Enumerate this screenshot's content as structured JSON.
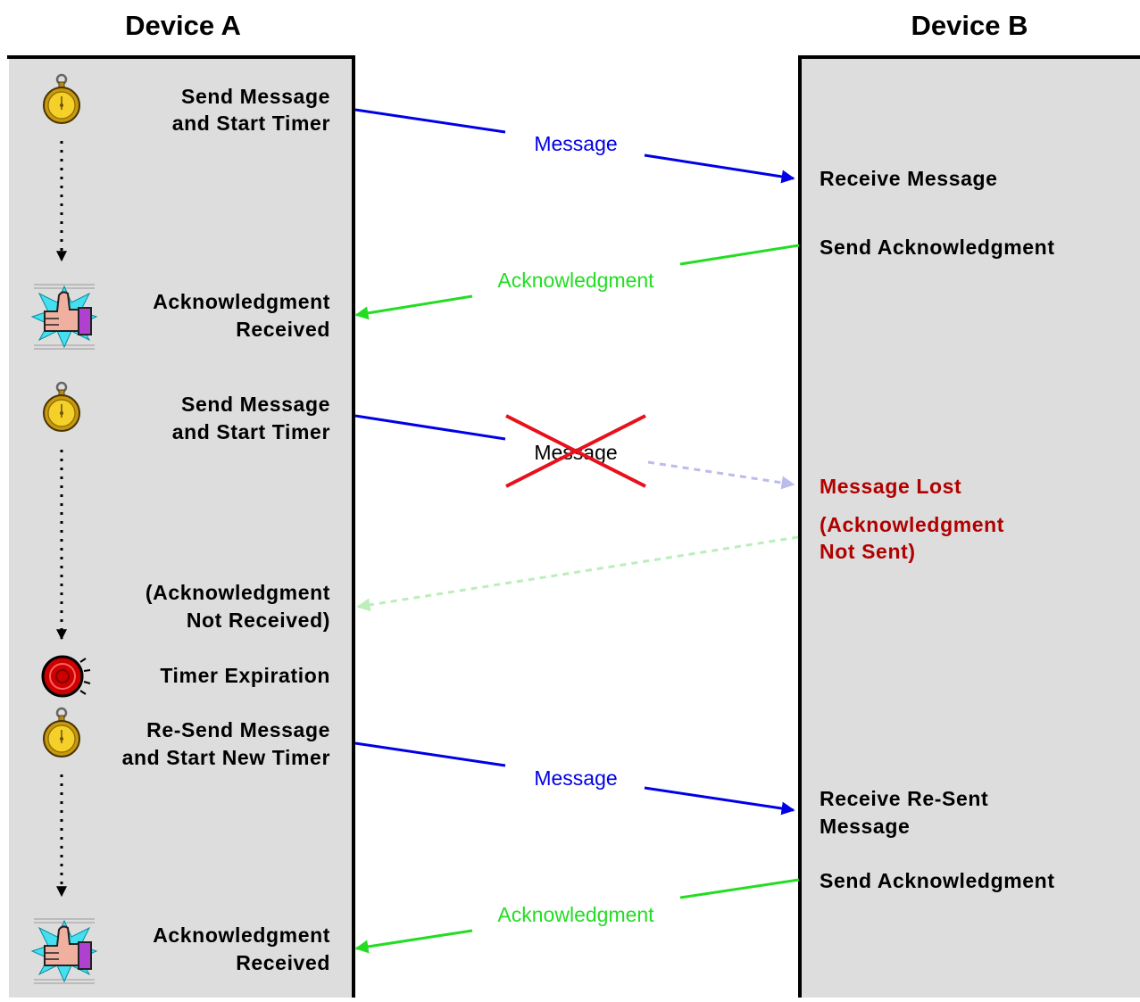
{
  "colors": {
    "panel": "#dddddd",
    "message": "#0000e6",
    "acknowledgment": "#22dd22",
    "lost": "#b00000",
    "cross": "#e8101a",
    "faded_message": "#bbbbee",
    "faded_ack": "#bbeebb"
  },
  "device_a": {
    "title": "Device A",
    "events": [
      {
        "icon": "stopwatch-icon",
        "lines": [
          "Send Message",
          "and Start Timer"
        ]
      },
      {
        "icon": "thumbs-up-icon",
        "lines": [
          "Acknowledgment",
          "Received"
        ]
      },
      {
        "icon": "stopwatch-icon",
        "lines": [
          "Send Message",
          "and Start Timer"
        ]
      },
      {
        "icon": "",
        "lines": [
          "(Acknowledgment",
          "Not Received)"
        ]
      },
      {
        "icon": "alarm-bell-icon",
        "lines": [
          "Timer Expiration"
        ]
      },
      {
        "icon": "stopwatch-icon",
        "lines": [
          "Re-Send Message",
          "and Start New Timer"
        ]
      },
      {
        "icon": "thumbs-up-icon",
        "lines": [
          "Acknowledgment",
          "Received"
        ]
      }
    ]
  },
  "device_b": {
    "title": "Device B",
    "events": [
      {
        "lines": [
          "Receive Message"
        ]
      },
      {
        "lines": [
          "Send Acknowledgment"
        ]
      },
      {
        "lines": [
          "Message Lost"
        ],
        "status": "lost"
      },
      {
        "lines": [
          "(Acknowledgment",
          "Not Sent)"
        ],
        "status": "lost"
      },
      {
        "lines": [
          "Receive Re-Sent",
          "Message"
        ]
      },
      {
        "lines": [
          "Send Acknowledgment"
        ]
      }
    ]
  },
  "arrows": [
    {
      "kind": "message",
      "label": "Message"
    },
    {
      "kind": "acknowledgment",
      "label": "Acknowledgment"
    },
    {
      "kind": "lost-message",
      "label": "Message"
    },
    {
      "kind": "missing-acknowledgment",
      "label": ""
    },
    {
      "kind": "message",
      "label": "Message"
    },
    {
      "kind": "acknowledgment",
      "label": "Acknowledgment"
    }
  ]
}
